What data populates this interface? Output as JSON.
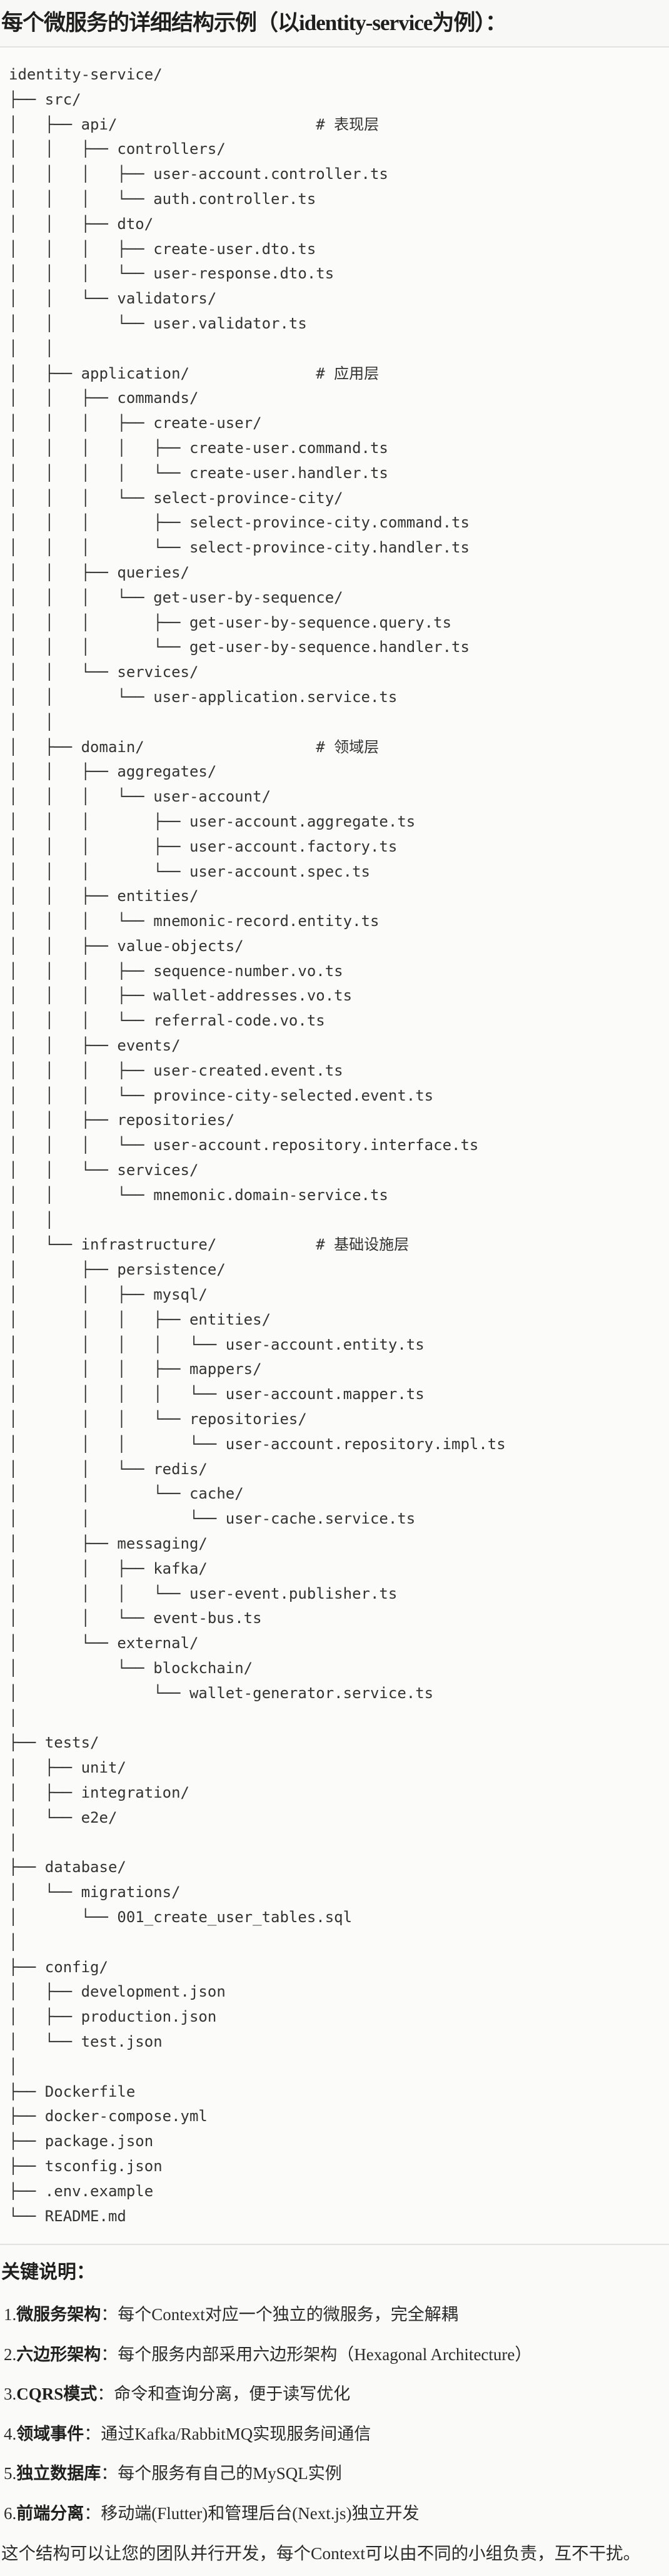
{
  "title": "每个微服务的详细结构示例（以identity-service为例）：",
  "tree_lines": [
    "identity-service/",
    "├── src/",
    "│   ├── api/                      # 表现层",
    "│   │   ├── controllers/",
    "│   │   │   ├── user-account.controller.ts",
    "│   │   │   └── auth.controller.ts",
    "│   │   ├── dto/",
    "│   │   │   ├── create-user.dto.ts",
    "│   │   │   └── user-response.dto.ts",
    "│   │   └── validators/",
    "│   │       └── user.validator.ts",
    "│   │",
    "│   ├── application/              # 应用层",
    "│   │   ├── commands/",
    "│   │   │   ├── create-user/",
    "│   │   │   │   ├── create-user.command.ts",
    "│   │   │   │   └── create-user.handler.ts",
    "│   │   │   └── select-province-city/",
    "│   │   │       ├── select-province-city.command.ts",
    "│   │   │       └── select-province-city.handler.ts",
    "│   │   ├── queries/",
    "│   │   │   └── get-user-by-sequence/",
    "│   │   │       ├── get-user-by-sequence.query.ts",
    "│   │   │       └── get-user-by-sequence.handler.ts",
    "│   │   └── services/",
    "│   │       └── user-application.service.ts",
    "│   │",
    "│   ├── domain/                   # 领域层",
    "│   │   ├── aggregates/",
    "│   │   │   └── user-account/",
    "│   │   │       ├── user-account.aggregate.ts",
    "│   │   │       ├── user-account.factory.ts",
    "│   │   │       └── user-account.spec.ts",
    "│   │   ├── entities/",
    "│   │   │   └── mnemonic-record.entity.ts",
    "│   │   ├── value-objects/",
    "│   │   │   ├── sequence-number.vo.ts",
    "│   │   │   ├── wallet-addresses.vo.ts",
    "│   │   │   └── referral-code.vo.ts",
    "│   │   ├── events/",
    "│   │   │   ├── user-created.event.ts",
    "│   │   │   └── province-city-selected.event.ts",
    "│   │   ├── repositories/",
    "│   │   │   └── user-account.repository.interface.ts",
    "│   │   └── services/",
    "│   │       └── mnemonic.domain-service.ts",
    "│   │",
    "│   └── infrastructure/           # 基础设施层",
    "│       ├── persistence/",
    "│       │   ├── mysql/",
    "│       │   │   ├── entities/",
    "│       │   │   │   └── user-account.entity.ts",
    "│       │   │   ├── mappers/",
    "│       │   │   │   └── user-account.mapper.ts",
    "│       │   │   └── repositories/",
    "│       │   │       └── user-account.repository.impl.ts",
    "│       │   └── redis/",
    "│       │       └── cache/",
    "│       │           └── user-cache.service.ts",
    "│       ├── messaging/",
    "│       │   ├── kafka/",
    "│       │   │   └── user-event.publisher.ts",
    "│       │   └── event-bus.ts",
    "│       └── external/",
    "│           └── blockchain/",
    "│               └── wallet-generator.service.ts",
    "│",
    "├── tests/",
    "│   ├── unit/",
    "│   ├── integration/",
    "│   └── e2e/",
    "│",
    "├── database/",
    "│   └── migrations/",
    "│       └── 001_create_user_tables.sql",
    "│",
    "├── config/",
    "│   ├── development.json",
    "│   ├── production.json",
    "│   └── test.json",
    "│",
    "├── Dockerfile",
    "├── docker-compose.yml",
    "├── package.json",
    "├── tsconfig.json",
    "├── .env.example",
    "└── README.md"
  ],
  "notes": {
    "heading": "关键说明：",
    "items": [
      {
        "num": "1.",
        "label": "微服务架构",
        "sep": "：",
        "text": "每个Context对应一个独立的微服务，完全解耦"
      },
      {
        "num": "2.",
        "label": "六边形架构",
        "sep": "：",
        "text": "每个服务内部采用六边形架构（Hexagonal Architecture）"
      },
      {
        "num": "3.",
        "label": "CQRS模式",
        "sep": "：",
        "text": "命令和查询分离，便于读写优化"
      },
      {
        "num": "4.",
        "label": "领域事件",
        "sep": "：",
        "text": "通过Kafka/RabbitMQ实现服务间通信"
      },
      {
        "num": "5.",
        "label": "独立数据库",
        "sep": "：",
        "text": "每个服务有自己的MySQL实例"
      },
      {
        "num": "6.",
        "label": "前端分离",
        "sep": "：",
        "text": "移动端(Flutter)和管理后台(Next.js)独立开发"
      }
    ],
    "closing": "这个结构可以让您的团队并行开发，每个Context可以由不同的小组负责，互不干扰。"
  }
}
